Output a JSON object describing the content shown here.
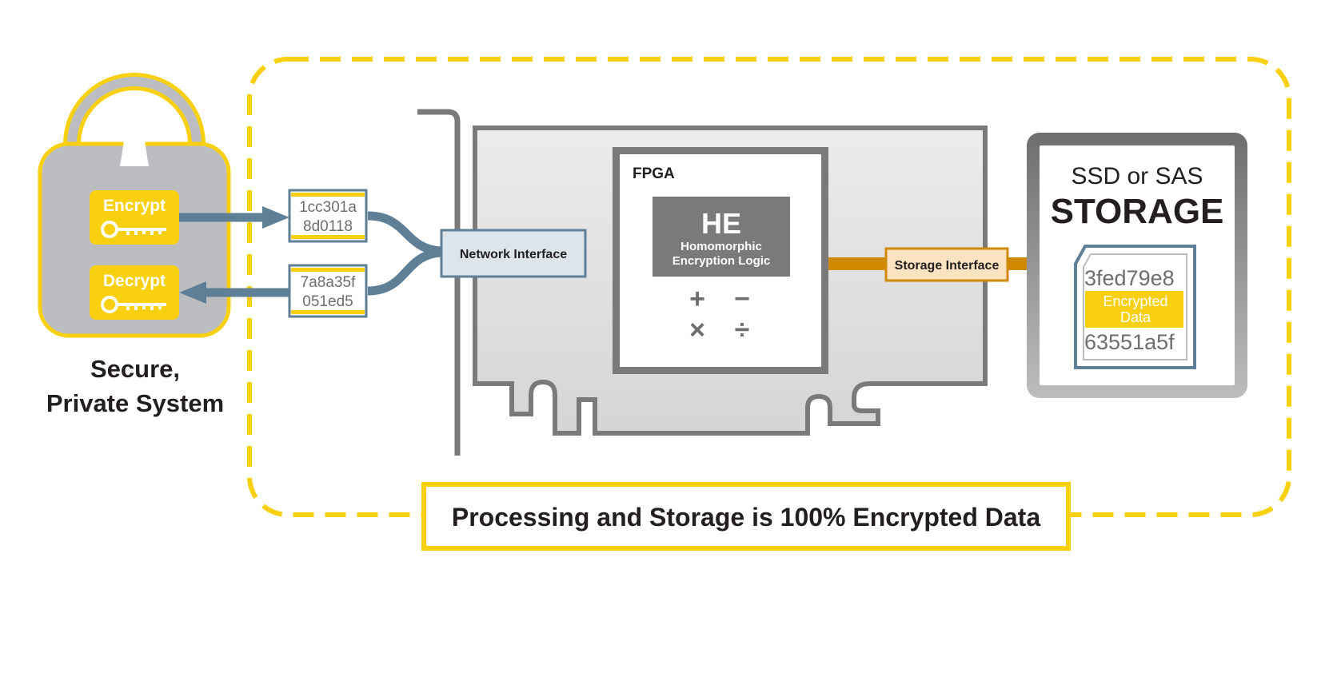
{
  "lock": {
    "encrypt_label": "Encrypt",
    "decrypt_label": "Decrypt",
    "caption_line1": "Secure,",
    "caption_line2": "Private System"
  },
  "packets": {
    "outgoing_line1": "1cc301a",
    "outgoing_line2": "8d0118",
    "incoming_line1": "7a8a35f",
    "incoming_line2": "051ed5"
  },
  "card": {
    "network_interface_label": "Network Interface",
    "fpga_label": "FPGA",
    "he_title": "HE",
    "he_line1": "Homomorphic",
    "he_line2": "Encryption Logic",
    "op_plus": "+",
    "op_minus": "−",
    "op_times": "×",
    "op_divide": "÷",
    "storage_interface_label": "Storage Interface"
  },
  "storage": {
    "title_line1": "SSD or SAS",
    "title_line2": "STORAGE",
    "data_top": "3fed79e8",
    "data_label_line1": "Encrypted",
    "data_label_line2": "Data",
    "data_bottom": "63551a5f"
  },
  "banner": {
    "text": "Processing and Storage is 100% Encrypted Data"
  },
  "colors": {
    "accent_yellow": "#f8d00f",
    "line_blue": "#5f7f96",
    "storage_orange": "#d08a00",
    "gray_dark": "#7a7a7a",
    "gray_light": "#e6e7e8"
  }
}
